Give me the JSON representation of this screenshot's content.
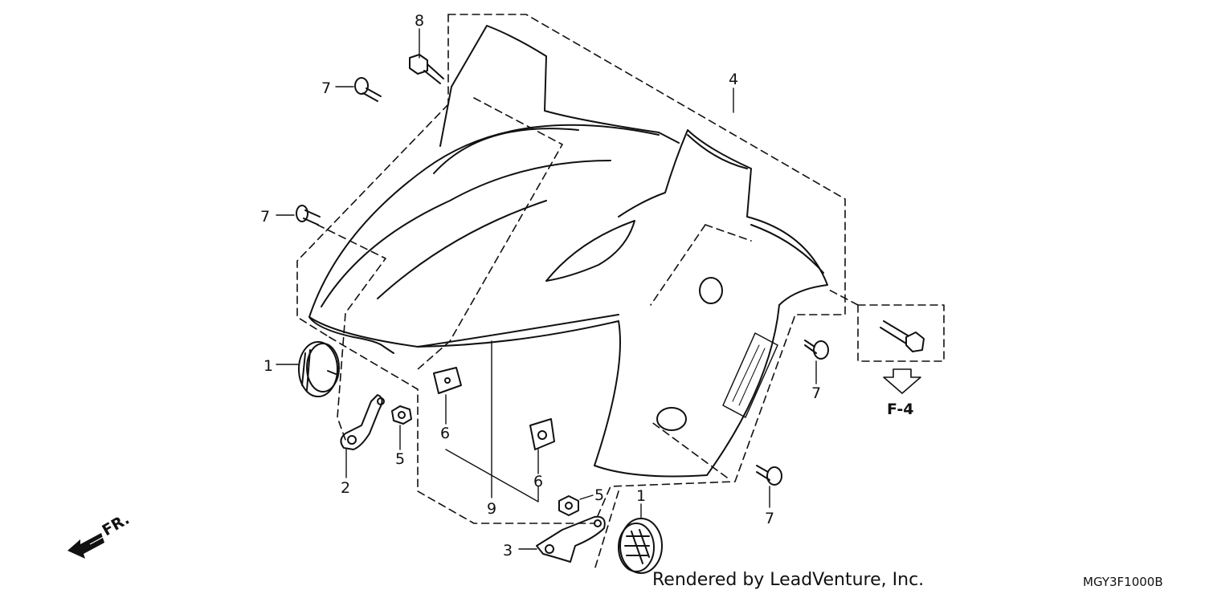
{
  "callouts": {
    "c1a": "1",
    "c1b": "1",
    "c2": "2",
    "c3": "3",
    "c4": "4",
    "c5a": "5",
    "c5b": "5",
    "c6a": "6",
    "c6b": "6",
    "c7a": "7",
    "c7b": "7",
    "c7c": "7",
    "c7d": "7",
    "c8": "8",
    "c9": "9"
  },
  "ref_arrow": "F-4",
  "direction_label": "FR.",
  "footer": {
    "rendered_by": "Rendered by LeadVenture, Inc.",
    "diagram_code": "MGY3F1000B"
  }
}
